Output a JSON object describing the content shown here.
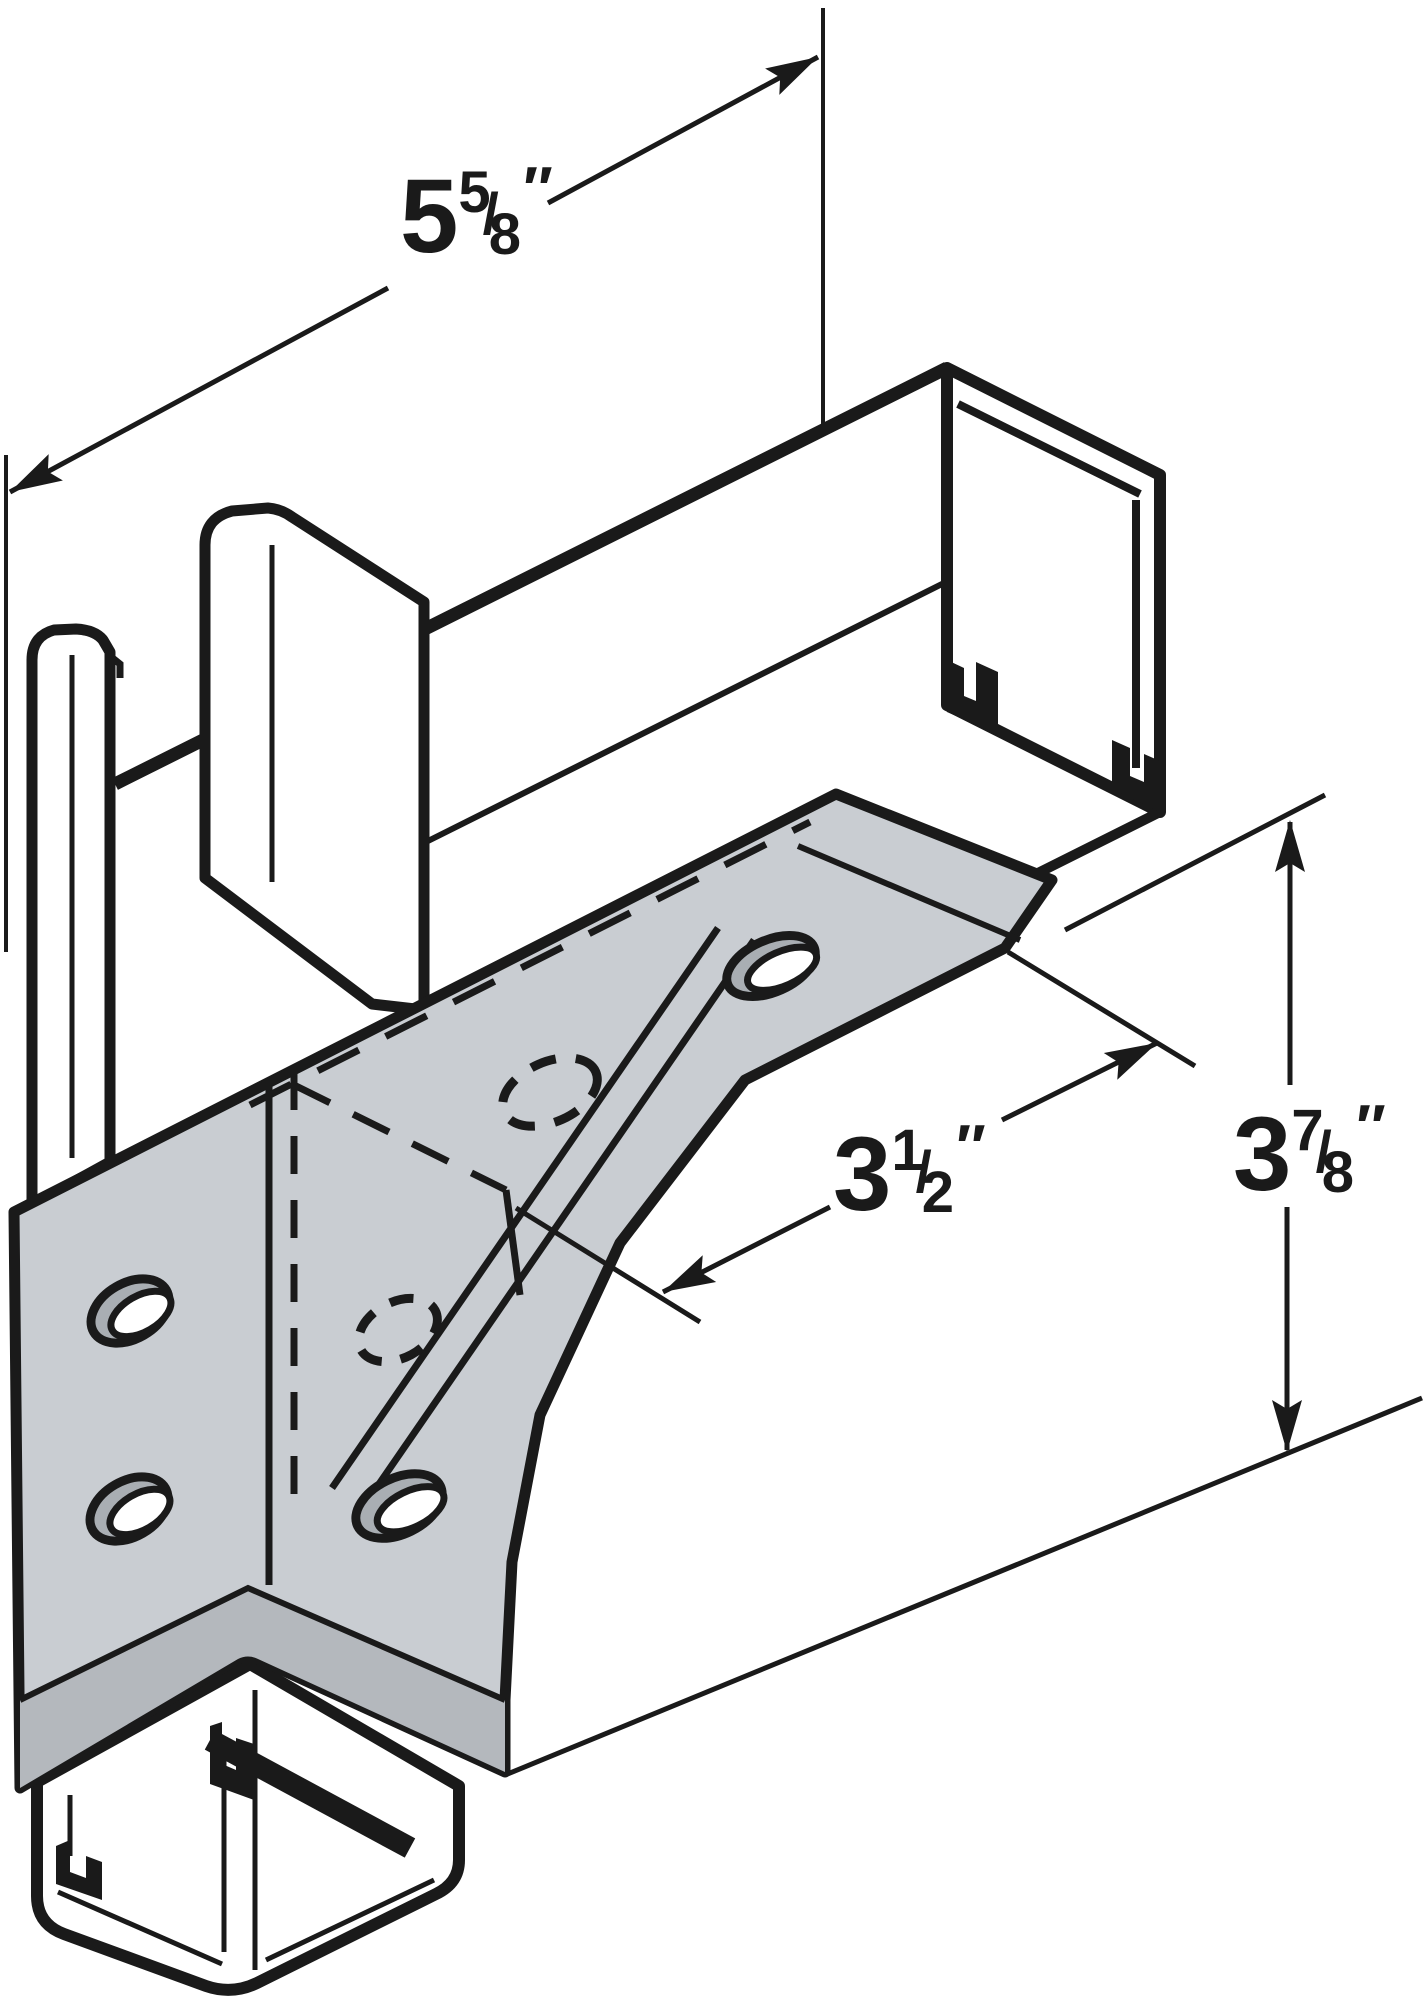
{
  "figure": {
    "title": "Corner bracket fitting isometric diagram",
    "colors": {
      "line": "#1a1a1a",
      "bracket_fill": "#c9cdd2",
      "bracket_fold_fill": "#b4b8bd",
      "hole_rim_fill": "#a9aeb3",
      "background": "#ffffff"
    },
    "dimensions": {
      "length": {
        "whole": "5",
        "numerator": "5",
        "denominator": "8",
        "slash": "/",
        "unit": "″",
        "display": "5 5/8\""
      },
      "width": {
        "whole": "3",
        "numerator": "1",
        "denominator": "2",
        "slash": "/",
        "unit": "″",
        "display": "3 1/2\""
      },
      "height": {
        "whole": "3",
        "numerator": "7",
        "denominator": "8",
        "slash": "/",
        "unit": "″",
        "display": "3 7/8\""
      }
    }
  }
}
